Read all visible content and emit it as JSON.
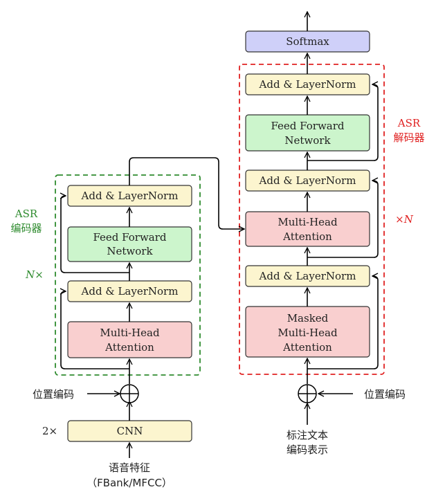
{
  "colors": {
    "yellow": "#fcf5cf",
    "green": "#ccf5cc",
    "red": "#f9cfcf",
    "blue": "#cfd0f9",
    "encoder_border": "#2e8b2e",
    "decoder_border": "#e02020"
  },
  "encoder": {
    "title_line1": "ASR",
    "title_line2": "编码器",
    "repeat": "N×",
    "add_norm_top": "Add & LayerNorm",
    "ffn_line1": "Feed Forward",
    "ffn_line2": "Network",
    "add_norm_bottom": "Add & LayerNorm",
    "mha_line1": "Multi-Head",
    "mha_line2": "Attention",
    "position_encoding": "位置编码",
    "cnn": "CNN",
    "cnn_repeat": "2×",
    "input_line1": "语音特征",
    "input_line2": "（FBank/MFCC）"
  },
  "decoder": {
    "title_line1": "ASR",
    "title_line2": "解码器",
    "repeat": "×N",
    "softmax": "Softmax",
    "add_norm_top": "Add & LayerNorm",
    "ffn_line1": "Feed Forward",
    "ffn_line2": "Network",
    "add_norm_mid": "Add & LayerNorm",
    "mha_line1": "Multi-Head",
    "mha_line2": "Attention",
    "add_norm_bottom": "Add & LayerNorm",
    "masked_line1": "Masked",
    "masked_line2": "Multi-Head",
    "masked_line3": "Attention",
    "position_encoding": "位置编码",
    "input_line1": "标注文本",
    "input_line2": "编码表示"
  }
}
